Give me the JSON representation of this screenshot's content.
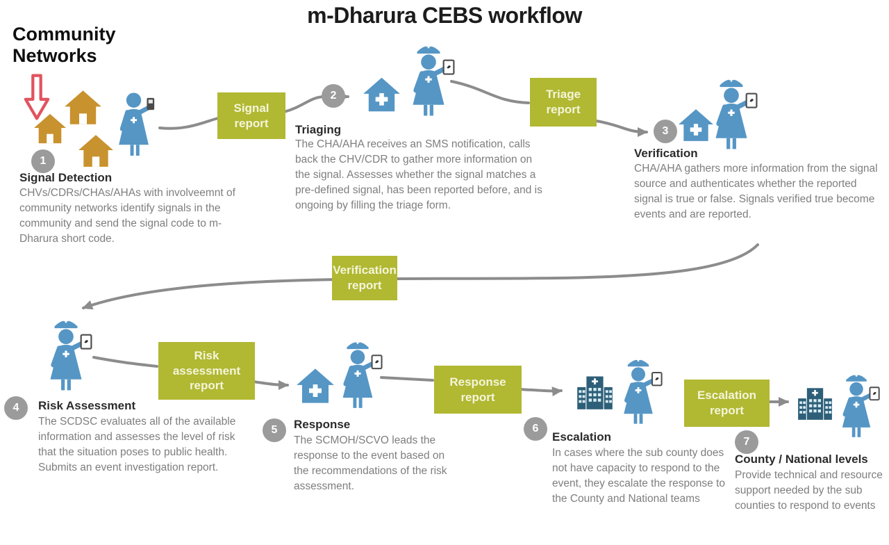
{
  "title": "m-Dharura CEBS workflow",
  "community_label": "Community\nNetworks",
  "steps": [
    {
      "num": "1",
      "title": "Signal Detection",
      "desc": "CHVs/CDRs/CHAs/AHAs with involveemnt of community networks identify signals in the community and send the signal code to m-Dharura short code."
    },
    {
      "num": "2",
      "title": "Triaging",
      "desc": "The CHA/AHA receives an SMS notification, calls back the CHV/CDR to gather more information on the signal. Assesses whether the signal matches a pre-defined signal, has been reported before, and is ongoing by filling the triage form."
    },
    {
      "num": "3",
      "title": "Verification",
      "desc": "CHA/AHA gathers more information from the signal source and authenticates whether the reported signal is true or false. Signals verified true become events and are reported."
    },
    {
      "num": "4",
      "title": "Risk Assessment",
      "desc": "The SCDSC evaluates all of the available information and assesses the level of risk that the situation poses to public health. Submits an event investigation report."
    },
    {
      "num": "5",
      "title": "Response",
      "desc": "The SCMOH/SCVO leads the response to the event based on the recommendations of the risk assessment."
    },
    {
      "num": "6",
      "title": "Escalation",
      "desc": "In cases where the sub county does not have capacity to respond to the event, they escalate the response to the County and National teams"
    },
    {
      "num": "7",
      "title": "County / National levels",
      "desc": "Provide technical and resource support needed by the sub counties to respond to events"
    }
  ],
  "reports": [
    "Signal report",
    "Triage report",
    "Verification report",
    "Risk assessment report",
    "Response report",
    "Escalation report"
  ],
  "icons": {
    "community_arrow": "down-arrow-icon",
    "community_house": "house-icon",
    "clinic": "clinic-house-cross-icon",
    "signal_reporter": "person-with-phone-icon",
    "health_worker": "nurse-with-tablet-icon",
    "hospital": "hospital-building-icon"
  },
  "colors": {
    "report_box_green": "#b1b832",
    "report_text": "#f4f5da",
    "figure_blue": "#5596c5",
    "building_teal": "#2e5f78",
    "house_orange": "#c8922f",
    "number_badge_gray": "#9b9b9b",
    "connector_gray": "#8c8c8c",
    "community_arrow_red": "#e0545f",
    "heading_text": "#2b2b2b",
    "body_text": "#7e7e7e"
  }
}
